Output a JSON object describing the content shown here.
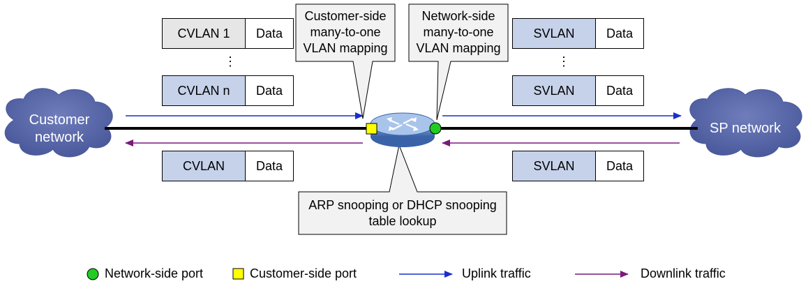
{
  "clouds": {
    "customer": "Customer network",
    "sp": "SP network"
  },
  "callouts": {
    "customer_side": "Customer-side many-to-one VLAN mapping",
    "network_side": "Network-side many-to-one VLAN mapping",
    "lookup": "ARP snooping or DHCP snooping table lookup"
  },
  "frames": {
    "left_top": {
      "tag": "CVLAN 1",
      "data": "Data"
    },
    "left_dots": "⋮",
    "left_mid": {
      "tag": "CVLAN n",
      "data": "Data"
    },
    "left_bottom": {
      "tag": "CVLAN",
      "data": "Data"
    },
    "right_top": {
      "tag": "SVLAN",
      "data": "Data"
    },
    "right_dots": "⋮",
    "right_mid": {
      "tag": "SVLAN",
      "data": "Data"
    },
    "right_bottom": {
      "tag": "SVLAN",
      "data": "Data"
    }
  },
  "legend": {
    "network_port": "Network-side port",
    "customer_port": "Customer-side port",
    "uplink": "Uplink traffic",
    "downlink": "Downlink traffic"
  },
  "colors": {
    "cloud": "#5b6aa9",
    "uplink": "#1a2ecc",
    "downlink": "#7a1a7a",
    "network_port": "#22cc22",
    "customer_port": "#ffff00",
    "tag_fill_blue": "#c6d2ea",
    "tag_fill_gray": "#e6e6e6"
  },
  "icons": {
    "device": "switch-icon"
  }
}
